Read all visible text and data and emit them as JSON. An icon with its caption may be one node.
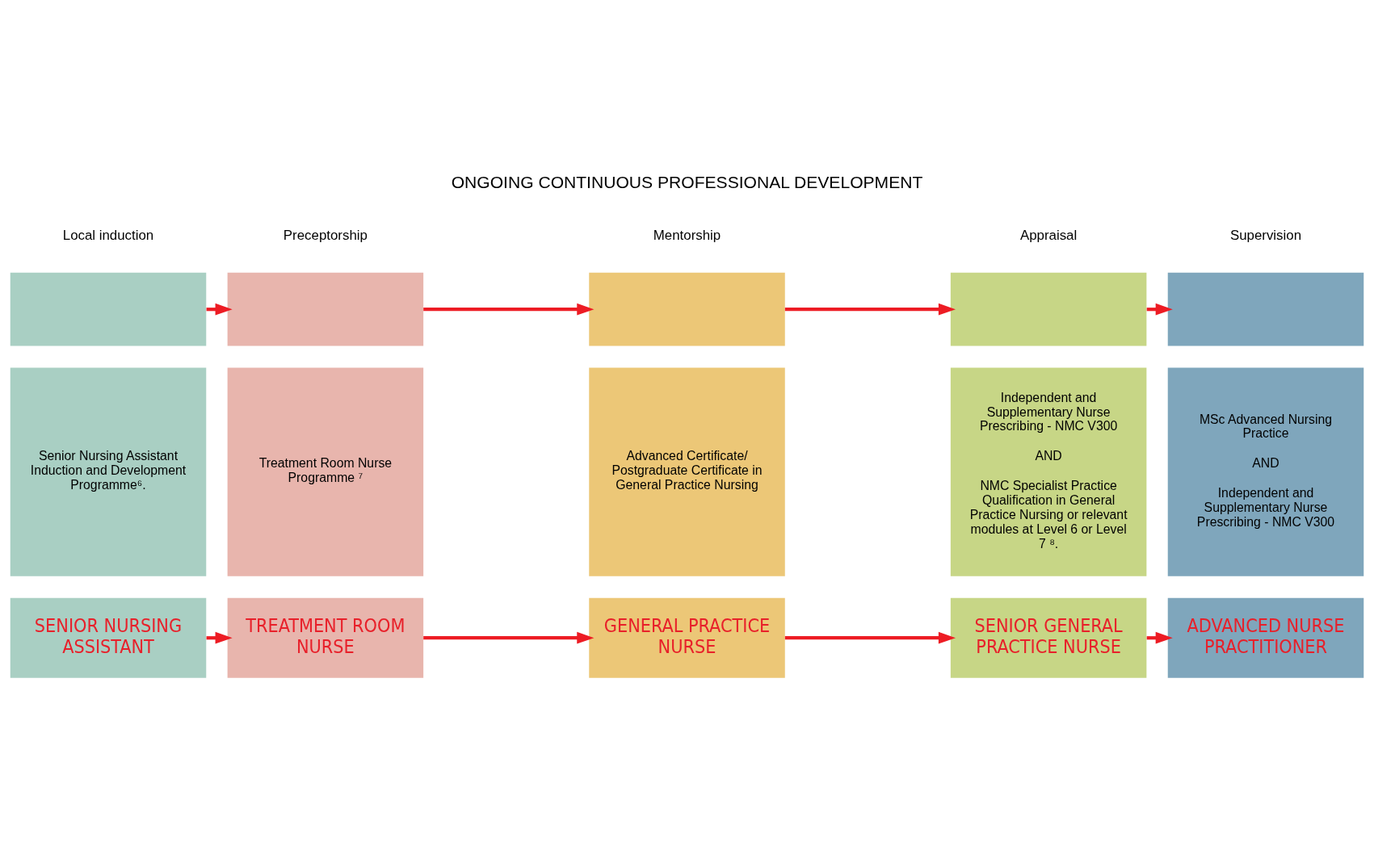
{
  "diagram": {
    "nodes": [
      {
        "text": [
          "SENIOR NURSING ASSISTANT"
        ]
      },
      {
        "text": [
          "TREATMENT ROOM NURSE"
        ]
      },
      {
        "text": [
          "GENERAL PRACTICE NURSE"
        ]
      },
      {
        "text": [
          "SENIOR GENERAL PRACTICE NURSE"
        ]
      },
      {
        "text": [
          "ADVANCED NURSE PRACTITIONER"
        ]
      },
      {
        "text": [
          "Senior Nursing Assistant Induction and Development Programme⁶."
        ]
      },
      {
        "text": [
          "Treatment Room Nurse Programme ⁷"
        ]
      },
      {
        "text": [
          "Advanced Certificate/ Postgraduate Certificate in General Practice Nursing"
        ]
      },
      {
        "text": [
          "Independent and Supplementary Nurse Prescribing - NMC V300",
          "AND",
          "NMC Specialist Practice Qualification in General Practice Nursing or relevant modules at Level 6 or Level 7 ⁸."
        ]
      },
      {
        "text": [
          "MSc Advanced Nursing Practice",
          "AND",
          "Independent and Supplementary Nurse Prescribing - NMC V300"
        ]
      },
      {
        "text": [],
        "shape": "box"
      },
      {
        "text": [],
        "shape": "box"
      },
      {
        "text": [],
        "shape": "box"
      },
      {
        "text": [],
        "shape": "box"
      },
      {
        "text": [],
        "shape": "box"
      }
    ],
    "edges": [
      {
        "from": 0,
        "to": 1,
        "arrow": "to"
      },
      {
        "from": 1,
        "to": 2,
        "arrow": "to"
      },
      {
        "from": 2,
        "to": 3,
        "arrow": "to"
      },
      {
        "from": 3,
        "to": 4,
        "arrow": "to"
      },
      {
        "from": 10,
        "to": 11,
        "arrow": "to"
      },
      {
        "from": 11,
        "to": 12,
        "arrow": "to"
      },
      {
        "from": 12,
        "to": 13,
        "arrow": "to"
      },
      {
        "from": 13,
        "to": 14,
        "arrow": "to"
      }
    ],
    "labels": [
      "Local induction",
      "Preceptorship",
      "Mentorship",
      "Appraisal",
      "Supervision",
      "ONGOING CONTINUOUS PROFESSIONAL DEVELOPMENT"
    ]
  }
}
